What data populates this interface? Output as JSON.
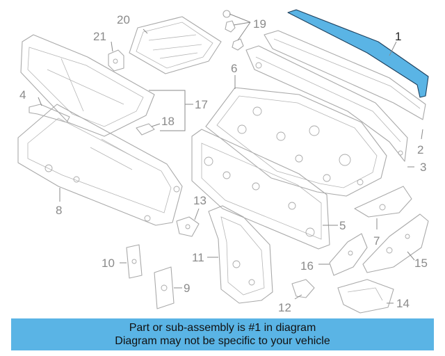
{
  "diagram": {
    "highlight_color": "#5ab4e5",
    "callouts": {
      "c1": "1",
      "c2": "2",
      "c3": "3",
      "c4": "4",
      "c5": "5",
      "c6": "6",
      "c7": "7",
      "c8": "8",
      "c9": "9",
      "c10": "10",
      "c11": "11",
      "c12": "12",
      "c13": "13",
      "c14": "14",
      "c15": "15",
      "c16": "16",
      "c17": "17",
      "c18": "18",
      "c19": "19",
      "c20": "20",
      "c21": "21"
    }
  },
  "banner": {
    "line1": "Part or sub-assembly is #1 in diagram",
    "line2": "Diagram may not be specific to your vehicle"
  }
}
